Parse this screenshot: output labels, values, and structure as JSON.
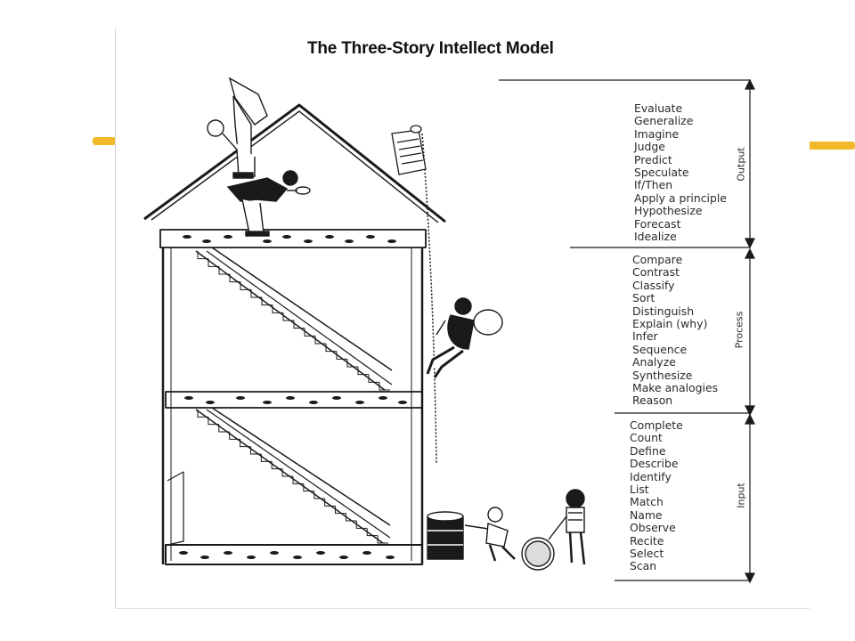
{
  "title": "The Three-Story Intellect Model",
  "levels": {
    "output": {
      "label": "Output",
      "items": [
        "Evaluate",
        "Generalize",
        "Imagine",
        "Judge",
        "Predict",
        "Speculate",
        "If/Then",
        "Apply a principle",
        "Hypothesize",
        "Forecast",
        "Idealize"
      ]
    },
    "process": {
      "label": "Process",
      "items": [
        "Compare",
        "Contrast",
        "Classify",
        "Sort",
        "Distinguish",
        "Explain (why)",
        "Infer",
        "Sequence",
        "Analyze",
        "Synthesize",
        "Make analogies",
        "Reason"
      ]
    },
    "input": {
      "label": "Input",
      "items": [
        "Complete",
        "Count",
        "Define",
        "Describe",
        "Identify",
        "List",
        "Match",
        "Name",
        "Observe",
        "Recite",
        "Select",
        "Scan"
      ]
    }
  },
  "colors": {
    "accent_stripe": "#f2b92a",
    "ink": "#1a1a1a"
  },
  "icons": [
    "house-illustration",
    "person-on-roof-icon",
    "person-with-magnifier-icon",
    "climber-icon",
    "barrel-icon",
    "person-pushing-barrel-icon",
    "person-with-wheel-icon",
    "scroll-icon"
  ]
}
